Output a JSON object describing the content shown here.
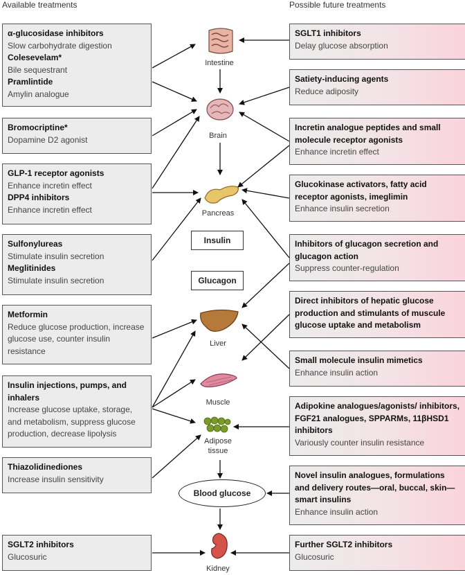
{
  "headers": {
    "left": "Available treatments",
    "right": "Possible future treatments"
  },
  "organs": {
    "intestine": "Intestine",
    "brain": "Brain",
    "pancreas": "Pancreas",
    "liver": "Liver",
    "muscle": "Muscle",
    "adipose": "Adipose\ntissue",
    "kidney": "Kidney"
  },
  "hormones": {
    "insulin": "Insulin",
    "glucagon": "Glucagon"
  },
  "blood_glucose": "Blood glucose",
  "left_boxes": [
    {
      "items": [
        {
          "title": "α-glucosidase inhibitors",
          "desc": "Slow carbohydrate digestion"
        },
        {
          "title": "Colesevelam*",
          "desc": "Bile sequestrant"
        },
        {
          "title": "Pramlintide",
          "desc": "Amylin analogue"
        }
      ]
    },
    {
      "items": [
        {
          "title": "Bromocriptine*",
          "desc": "Dopamine D2 agonist"
        }
      ]
    },
    {
      "items": [
        {
          "title": "GLP-1 receptor agonists",
          "desc": "Enhance incretin effect"
        },
        {
          "title": "DPP4 inhibitors",
          "desc": "Enhance incretin effect"
        }
      ]
    },
    {
      "items": [
        {
          "title": "Sulfonylureas",
          "desc": "Stimulate insulin secretion"
        },
        {
          "title": "Meglitinides",
          "desc": "Stimulate insulin secretion"
        }
      ]
    },
    {
      "items": [
        {
          "title": "Metformin",
          "desc": "Reduce glucose production, increase glucose use, counter insulin resistance"
        }
      ]
    },
    {
      "items": [
        {
          "title": "Insulin injections, pumps, and inhalers",
          "desc": "Increase glucose uptake, storage, and metabolism, suppress glucose production, decrease lipolysis"
        }
      ]
    },
    {
      "items": [
        {
          "title": "Thiazolidinediones",
          "desc": "Increase insulin sensitivity"
        }
      ]
    },
    {
      "items": [
        {
          "title": "SGLT2 inhibitors",
          "desc": "Glucosuric"
        }
      ]
    }
  ],
  "right_boxes": [
    {
      "title": "SGLT1 inhibitors",
      "desc": "Delay glucose absorption"
    },
    {
      "title": "Satiety-inducing agents",
      "desc": "Reduce adiposity"
    },
    {
      "title": "Incretin analogue peptides and small molecule receptor agonists",
      "desc": "Enhance incretin effect"
    },
    {
      "title": "Glucokinase activators, fatty acid receptor agonists, imeglimin",
      "desc": "Enhance insulin secretion"
    },
    {
      "title": "Inhibitors of glucagon secretion and glucagon action",
      "desc": "Suppress counter-regulation"
    },
    {
      "title": "Direct inhibitors of hepatic glucose production and stimulants of muscule glucose uptake and metabolism",
      "desc": ""
    },
    {
      "title": "Small molecule insulin mimetics",
      "desc": "Enhance insulin action"
    },
    {
      "title": "Adipokine analogues/agonists/ inhibitors, FGF21 analogues, SPPARMs, 11βHSD1 inhibitors",
      "desc": "Variously counter insulin resistance"
    },
    {
      "title": "Novel insulin analogues, formulations and delivery routes—oral, buccal, skin—smart insulins",
      "desc": "Enhance insulin action"
    },
    {
      "title": "Further SGLT2 inhibitors",
      "desc": "Glucosuric"
    }
  ],
  "colors": {
    "border": "#555555",
    "box_fill": "#ececec",
    "right_tint": "#fbd3dc",
    "arrow": "#111111"
  }
}
